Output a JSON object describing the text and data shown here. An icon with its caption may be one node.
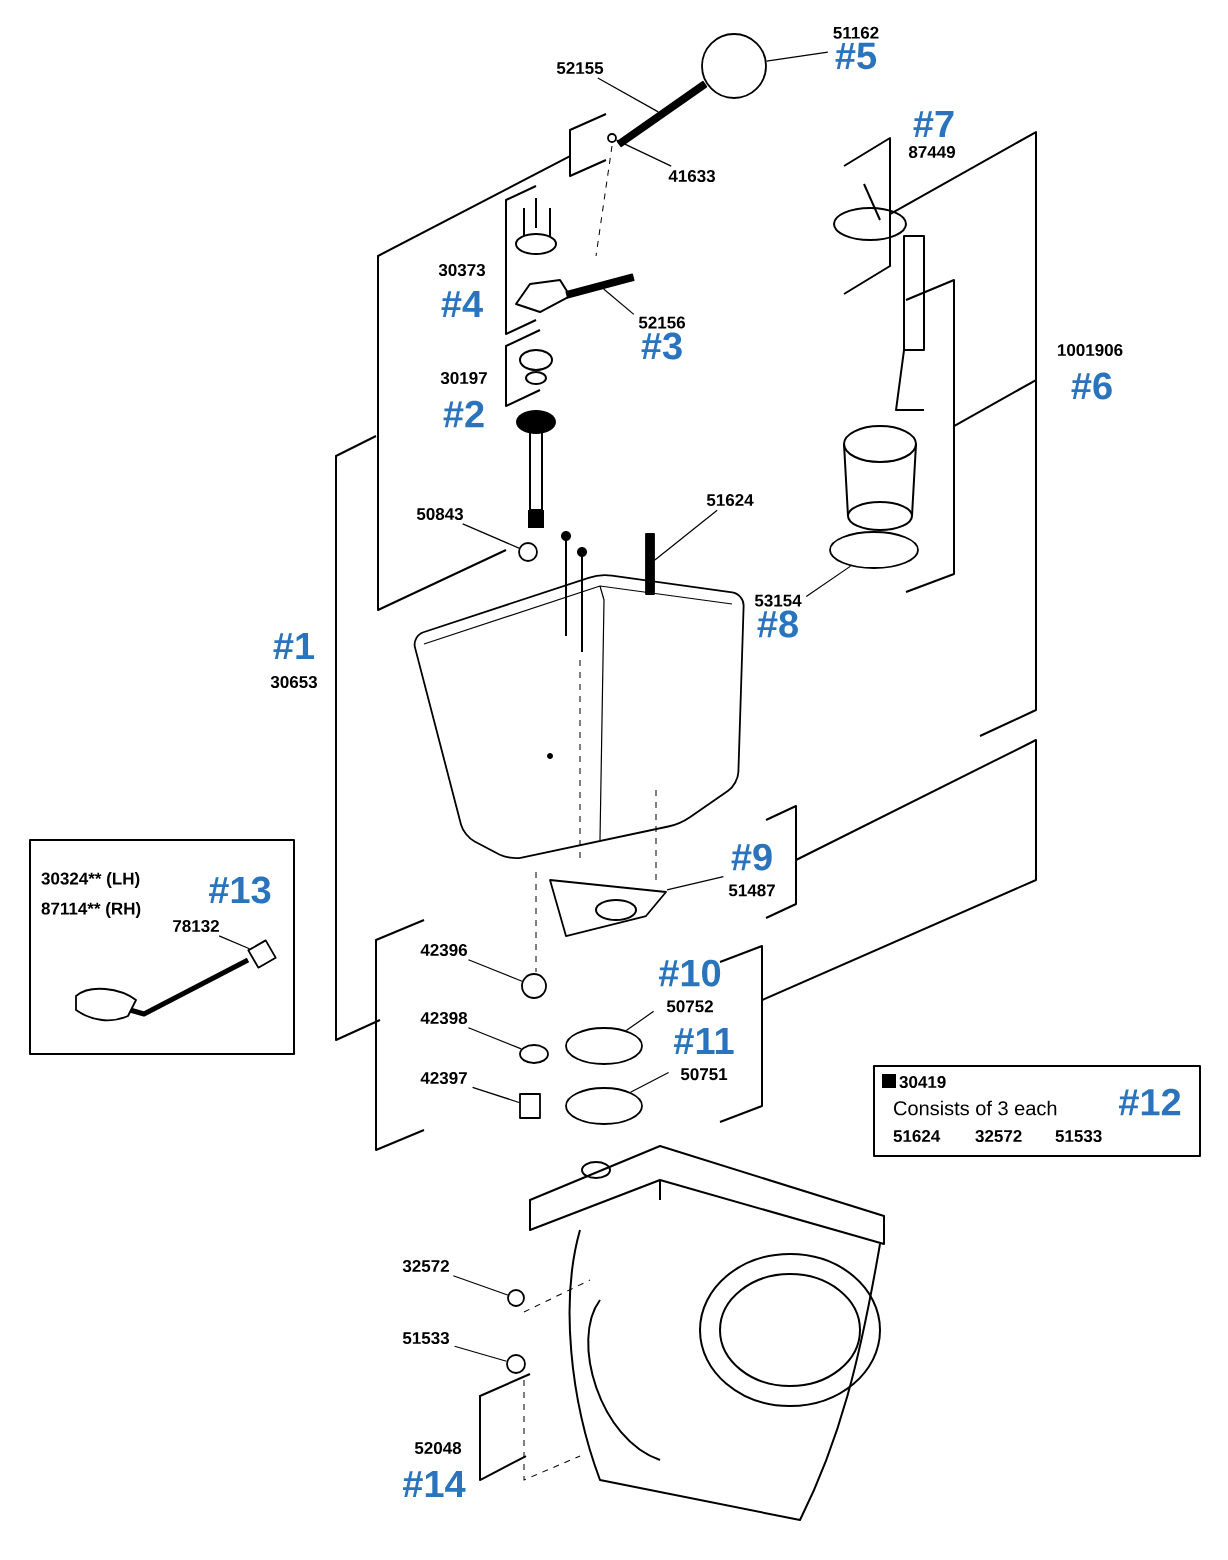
{
  "diagram": {
    "nodes": [
      {
        "text": [
          "52155"
        ]
      },
      {
        "text": [],
        "shape": "bar"
      },
      {
        "text": [
          "51162",
          "#5"
        ]
      },
      {
        "text": [],
        "shape": "circle"
      },
      {
        "text": [
          "41633"
        ]
      },
      {
        "text": [],
        "shape": "circle"
      },
      {
        "text": [
          "52156",
          "#3"
        ]
      },
      {
        "text": [],
        "shape": "bar"
      },
      {
        "text": [
          "50843"
        ]
      },
      {
        "text": [],
        "shape": "circle"
      },
      {
        "text": [
          "51624"
        ]
      },
      {
        "text": [],
        "shape": "bar"
      },
      {
        "text": [
          "53154",
          "#8"
        ]
      },
      {
        "text": [],
        "shape": "ellipse"
      },
      {
        "text": [
          "#9",
          "51487"
        ]
      },
      {
        "text": [],
        "shape": "picture"
      },
      {
        "text": [
          "42396"
        ]
      },
      {
        "text": [],
        "shape": "circle"
      },
      {
        "text": [
          "42398"
        ]
      },
      {
        "text": [],
        "shape": "ellipse"
      },
      {
        "text": [
          "42397"
        ]
      },
      {
        "text": [],
        "shape": "box"
      },
      {
        "text": [
          "#10",
          "50752"
        ]
      },
      {
        "text": [],
        "shape": "ellipse"
      },
      {
        "text": [
          "#11",
          "50751"
        ]
      },
      {
        "text": [],
        "shape": "ellipse"
      },
      {
        "text": [
          "30324** (LH)",
          "87114** (RH)",
          "#13"
        ]
      },
      {
        "text": [
          "78132"
        ],
        "in": 26
      },
      {
        "text": [],
        "shape": "box",
        "in": 26
      },
      {
        "text": [
          "30419",
          "Consists of 3 each",
          "51624",
          "32572",
          "51533",
          "#12"
        ]
      },
      {
        "text": [
          "32572"
        ]
      },
      {
        "text": [],
        "shape": "circle"
      },
      {
        "text": [
          "51533"
        ]
      },
      {
        "text": [],
        "shape": "circle"
      }
    ],
    "edges": [
      {
        "from": 0,
        "to": 1,
        "arrow": "none"
      },
      {
        "from": 2,
        "to": 3,
        "arrow": "none"
      },
      {
        "from": 4,
        "to": 5,
        "arrow": "none"
      },
      {
        "from": 6,
        "to": 7,
        "arrow": "none"
      },
      {
        "from": 8,
        "to": 9,
        "arrow": "none"
      },
      {
        "from": 10,
        "to": 11,
        "arrow": "none"
      },
      {
        "from": 12,
        "to": 13,
        "arrow": "none"
      },
      {
        "from": 14,
        "to": 15,
        "arrow": "none"
      },
      {
        "from": 16,
        "to": 17,
        "arrow": "none"
      },
      {
        "from": 18,
        "to": 19,
        "arrow": "none"
      },
      {
        "from": 20,
        "to": 21,
        "arrow": "none"
      },
      {
        "from": 22,
        "to": 23,
        "arrow": "none"
      },
      {
        "from": 24,
        "to": 25,
        "arrow": "none"
      },
      {
        "from": 27,
        "to": 28,
        "arrow": "none"
      },
      {
        "from": 30,
        "to": 31,
        "arrow": "none"
      },
      {
        "from": 32,
        "to": 33,
        "arrow": "none"
      }
    ],
    "labels": [
      "#7",
      "87449",
      "30373",
      "#4",
      "1001906",
      "30197",
      "#6",
      "#2",
      "#1",
      "30653",
      "52048",
      "#14"
    ]
  }
}
